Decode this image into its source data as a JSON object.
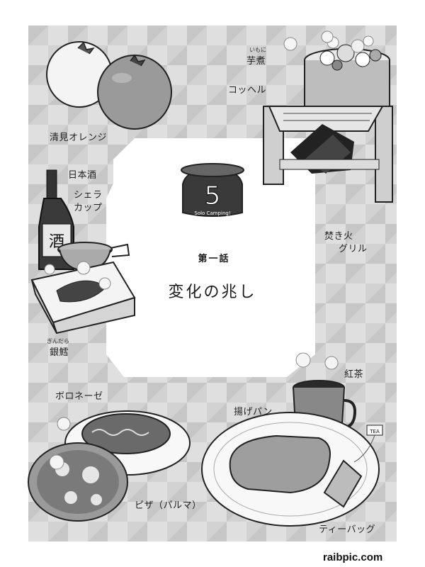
{
  "chapter": {
    "number": "第一話",
    "title": "変化の兆し",
    "logo_number": "5",
    "logo_text": "Solo Camping!"
  },
  "labels": {
    "kiyomi_orange": "清見オレンジ",
    "imoni_ruby": "いもに",
    "imoni": "芋煮",
    "coffel": "コッヘル",
    "nihonshu": "日本酒",
    "sierra_cup_1": "シェラ",
    "sierra_cup_2": "カップ",
    "takibi_1": "焚き火",
    "takibi_2": "グリル",
    "gindara_ruby": "ぎんだら",
    "gindara": "銀鱈",
    "kocha": "紅茶",
    "bolognese": "ボロネーゼ",
    "agepan": "揚げパン",
    "pizza": "ピザ（パルマ）",
    "teabag": "ティーバッグ",
    "tea_tag": "TEA",
    "bottle_kanji": "酒"
  },
  "watermark": "raibpic.com"
}
